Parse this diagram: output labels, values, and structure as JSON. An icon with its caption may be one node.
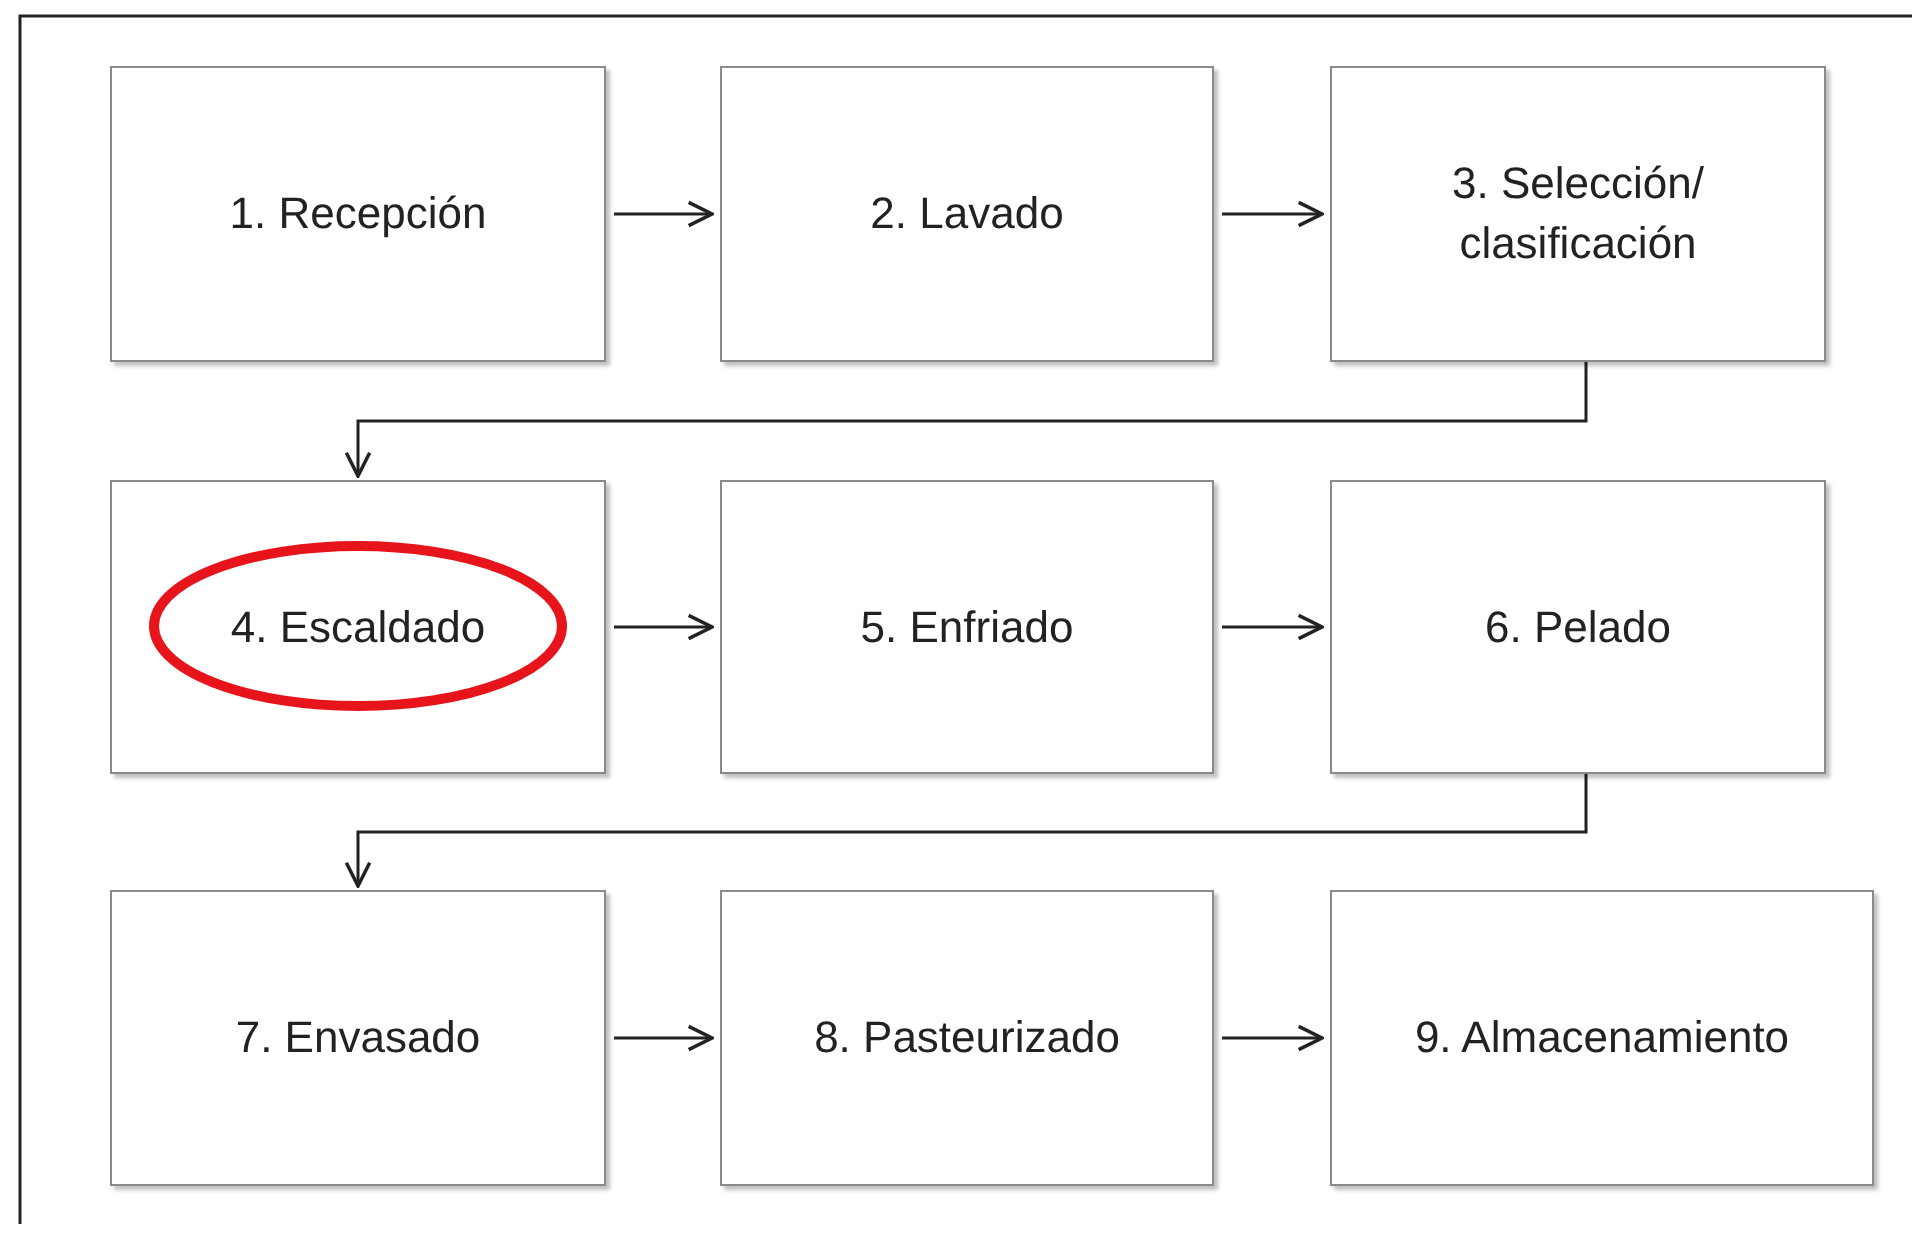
{
  "diagram": {
    "nodes": [
      {
        "text": [
          "1. Recepción"
        ]
      },
      {
        "text": [
          "2. Lavado"
        ]
      },
      {
        "text": [
          "3. Selección/ clasificación"
        ]
      },
      {
        "text": [
          "4. Escaldado"
        ]
      },
      {
        "text": [
          "5. Enfriado"
        ]
      },
      {
        "text": [
          "6. Pelado"
        ]
      },
      {
        "text": [
          "7. Envasado"
        ]
      },
      {
        "text": [
          "8. Pasteurizado"
        ]
      },
      {
        "text": [
          "9. Almacenamiento"
        ]
      }
    ],
    "edges": [
      {
        "from": 0,
        "to": 1,
        "arrow": "to"
      },
      {
        "from": 1,
        "to": 2,
        "arrow": "to"
      },
      {
        "from": 2,
        "to": 3,
        "arrow": "to"
      },
      {
        "from": 3,
        "to": 4,
        "arrow": "to"
      },
      {
        "from": 4,
        "to": 5,
        "arrow": "to"
      },
      {
        "from": 5,
        "to": 6,
        "arrow": "to"
      },
      {
        "from": 6,
        "to": 7,
        "arrow": "to"
      },
      {
        "from": 7,
        "to": 8,
        "arrow": "to"
      }
    ]
  }
}
